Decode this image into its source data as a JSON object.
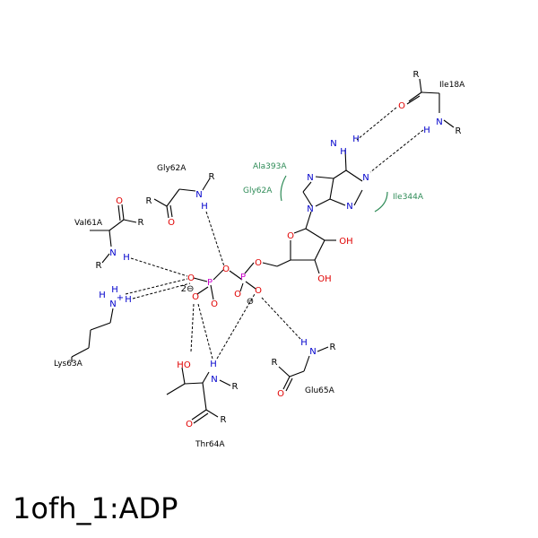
{
  "caption": "1ofh_1:ADP",
  "colors": {
    "carbon_bond": "#000000",
    "oxygen": "#e00000",
    "nitrogen": "#0000cc",
    "phosphorus": "#cc00cc",
    "hydrophobic_contact": "#2e8b57"
  },
  "residues": {
    "gly62_top": "Gly62A",
    "val61": "Val61A",
    "lys63": "Lys63A",
    "thr64": "Thr64A",
    "glu65": "Glu65A",
    "ile18": "Ile18A"
  },
  "hydrophobic_residues": {
    "ala393": "Ala393A",
    "gly62": "Gly62A",
    "ile344": "Ile344A"
  },
  "atoms": {
    "O": "O",
    "N": "N",
    "H": "H",
    "P": "P",
    "R": "R",
    "OH": "OH",
    "HO": "HO",
    "charge_2minus": "2⊖",
    "charge_minus": "⊖",
    "charge_plus": "+"
  }
}
